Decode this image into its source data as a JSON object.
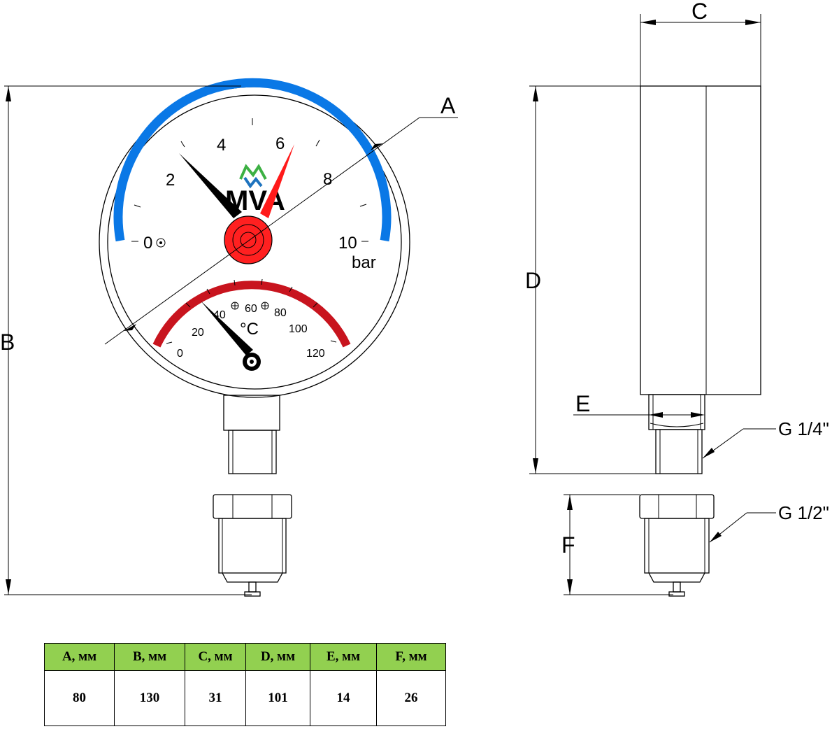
{
  "dimension_labels": {
    "a": "A",
    "b": "B",
    "c": "C",
    "d": "D",
    "e": "E",
    "f": "F"
  },
  "pressure_scale": {
    "labels": [
      "0",
      "2",
      "4",
      "6",
      "8",
      "10"
    ],
    "unit": "bar"
  },
  "temperature_scale": {
    "labels": [
      "0",
      "20",
      "40",
      "60",
      "80",
      "100",
      "120"
    ],
    "unit": "°C"
  },
  "logo": {
    "text": "MVA",
    "colors": {
      "green": "#3cb043",
      "blue": "#1e73be"
    }
  },
  "threads": {
    "top": "G 1/4\"",
    "bottom": "G 1/2\""
  },
  "colors": {
    "pressure_arc": "#0a78e6",
    "temperature_arc": "#c8141e",
    "pointer": "#ff1a1a",
    "hub": "#ff2020",
    "table_header": "#92d050"
  },
  "table": {
    "headers": [
      "A, мм",
      "B, мм",
      "C, мм",
      "D, мм",
      "E, мм",
      "F, мм"
    ],
    "values": [
      "80",
      "130",
      "31",
      "101",
      "14",
      "26"
    ]
  }
}
